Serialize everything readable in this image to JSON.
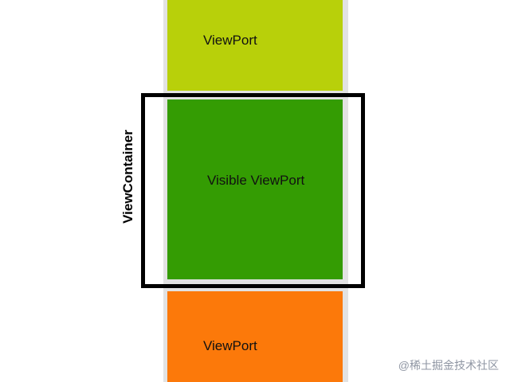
{
  "viewports": {
    "top_label": "ViewPort",
    "visible_label": "Visible ViewPort",
    "bottom_label": "ViewPort"
  },
  "container": {
    "label": "ViewContainer"
  },
  "watermark": {
    "text": "@稀土掘金技术社区"
  },
  "colors": {
    "viewport_top": "#b8d00a",
    "viewport_visible": "#349c03",
    "viewport_bottom": "#fc790a",
    "container_border": "#000000",
    "strip_background": "#e2e2e2"
  }
}
